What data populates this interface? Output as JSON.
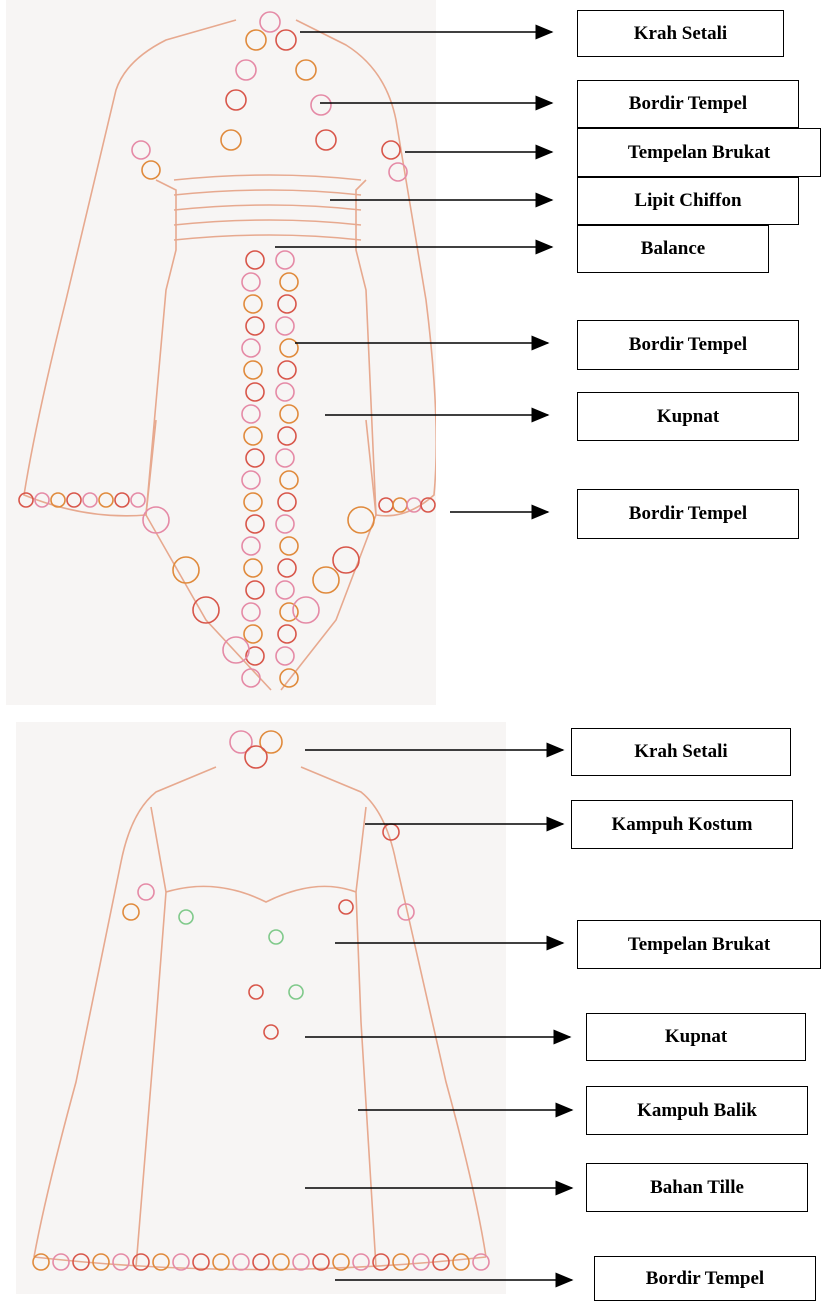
{
  "colors": {
    "paper": "#f7f5f4",
    "outline": "#e7a98f",
    "embroidery_red": "#d8564a",
    "embroidery_pink": "#e58aa6",
    "embroidery_orange": "#e08a3c",
    "leaf_green": "#7fc98a",
    "shade_grey": "#c9c3c6",
    "arrow": "#000000"
  },
  "figure_front": {
    "labels": [
      {
        "id": "f1",
        "text": "Krah Setali"
      },
      {
        "id": "f2",
        "text": "Bordir Tempel"
      },
      {
        "id": "f3",
        "text": "Tempelan Brukat"
      },
      {
        "id": "f4",
        "text": "Lipit Chiffon"
      },
      {
        "id": "f5",
        "text": "Balance"
      },
      {
        "id": "f6",
        "text": "Bordir Tempel"
      },
      {
        "id": "f7",
        "text": "Kupnat"
      },
      {
        "id": "f8",
        "text": "Bordir Tempel"
      }
    ]
  },
  "figure_back": {
    "labels": [
      {
        "id": "b1",
        "text": "Krah Setali"
      },
      {
        "id": "b2",
        "text": "Kampuh Kostum"
      },
      {
        "id": "b3",
        "text": "Tempelan Brukat"
      },
      {
        "id": "b4",
        "text": "Kupnat"
      },
      {
        "id": "b5",
        "text": "Kampuh Balik"
      },
      {
        "id": "b6",
        "text": "Bahan Tille"
      },
      {
        "id": "b7",
        "text": "Bordir Tempel"
      }
    ]
  }
}
